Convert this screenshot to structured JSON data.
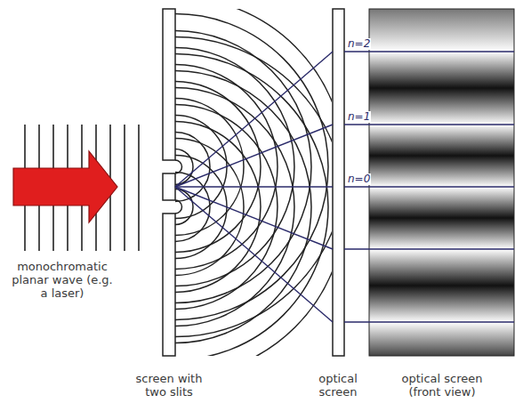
{
  "diagram": {
    "labels": [
      "monochromatic planar wave (e.g. a laser)",
      "n=2",
      "n=1",
      "n=0",
      "screen with two slits",
      "optical screen",
      "optical screen (front view)"
    ]
  }
}
